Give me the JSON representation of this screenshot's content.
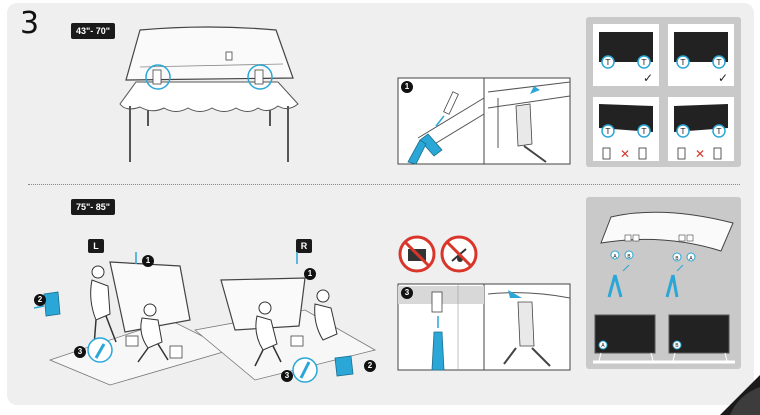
{
  "step": {
    "number": "3"
  },
  "top_section": {
    "size_label": "43\"- 70\"",
    "detail_step": "1",
    "check_mark": "✓",
    "cross_mark": "✕"
  },
  "bottom_section": {
    "size_label": "75\"- 85\"",
    "left_label": "L",
    "right_label": "R",
    "left_steps": [
      "1",
      "2",
      "3"
    ],
    "right_steps": [
      "1",
      "2",
      "3"
    ],
    "detail_step": "3",
    "stand_labels": [
      "A",
      "B"
    ]
  },
  "colors": {
    "background": "#efefef",
    "panel": "#c9c9c9",
    "accent": "#2aa7d6",
    "error": "#d9362b",
    "dark": "#1a1a1a"
  }
}
